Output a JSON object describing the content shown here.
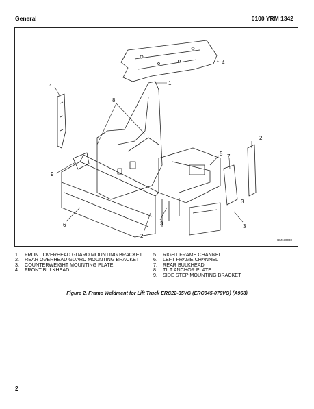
{
  "header": {
    "section": "General",
    "doc_number": "0100 YRM 1342"
  },
  "figure": {
    "image_id": "BM130030",
    "callouts": [
      "1",
      "1",
      "2",
      "2",
      "3",
      "3",
      "3",
      "4",
      "5",
      "6",
      "7",
      "8",
      "9"
    ],
    "caption": "Figure 2. Frame Weldment for Lift Truck ERC22-35VG (ERC045-070VG) (A968)"
  },
  "legend": {
    "left": [
      {
        "num": "1.",
        "text": "FRONT OVERHEAD GUARD MOUNTING BRACKET"
      },
      {
        "num": "2.",
        "text": "REAR OVERHEAD GUARD MOUNTING BRACKET"
      },
      {
        "num": "3.",
        "text": "COUNTERWEIGHT MOUNTING PLATE"
      },
      {
        "num": "4.",
        "text": "FRONT BULKHEAD"
      }
    ],
    "right": [
      {
        "num": "5.",
        "text": "RIGHT FRAME CHANNEL"
      },
      {
        "num": "6.",
        "text": "LEFT FRAME CHANNEL"
      },
      {
        "num": "7.",
        "text": "REAR BULKHEAD"
      },
      {
        "num": "8.",
        "text": "TILT ANCHOR PLATE"
      },
      {
        "num": "9.",
        "text": "SIDE STEP MOUNTING BRACKET"
      }
    ]
  },
  "page_number": "2"
}
